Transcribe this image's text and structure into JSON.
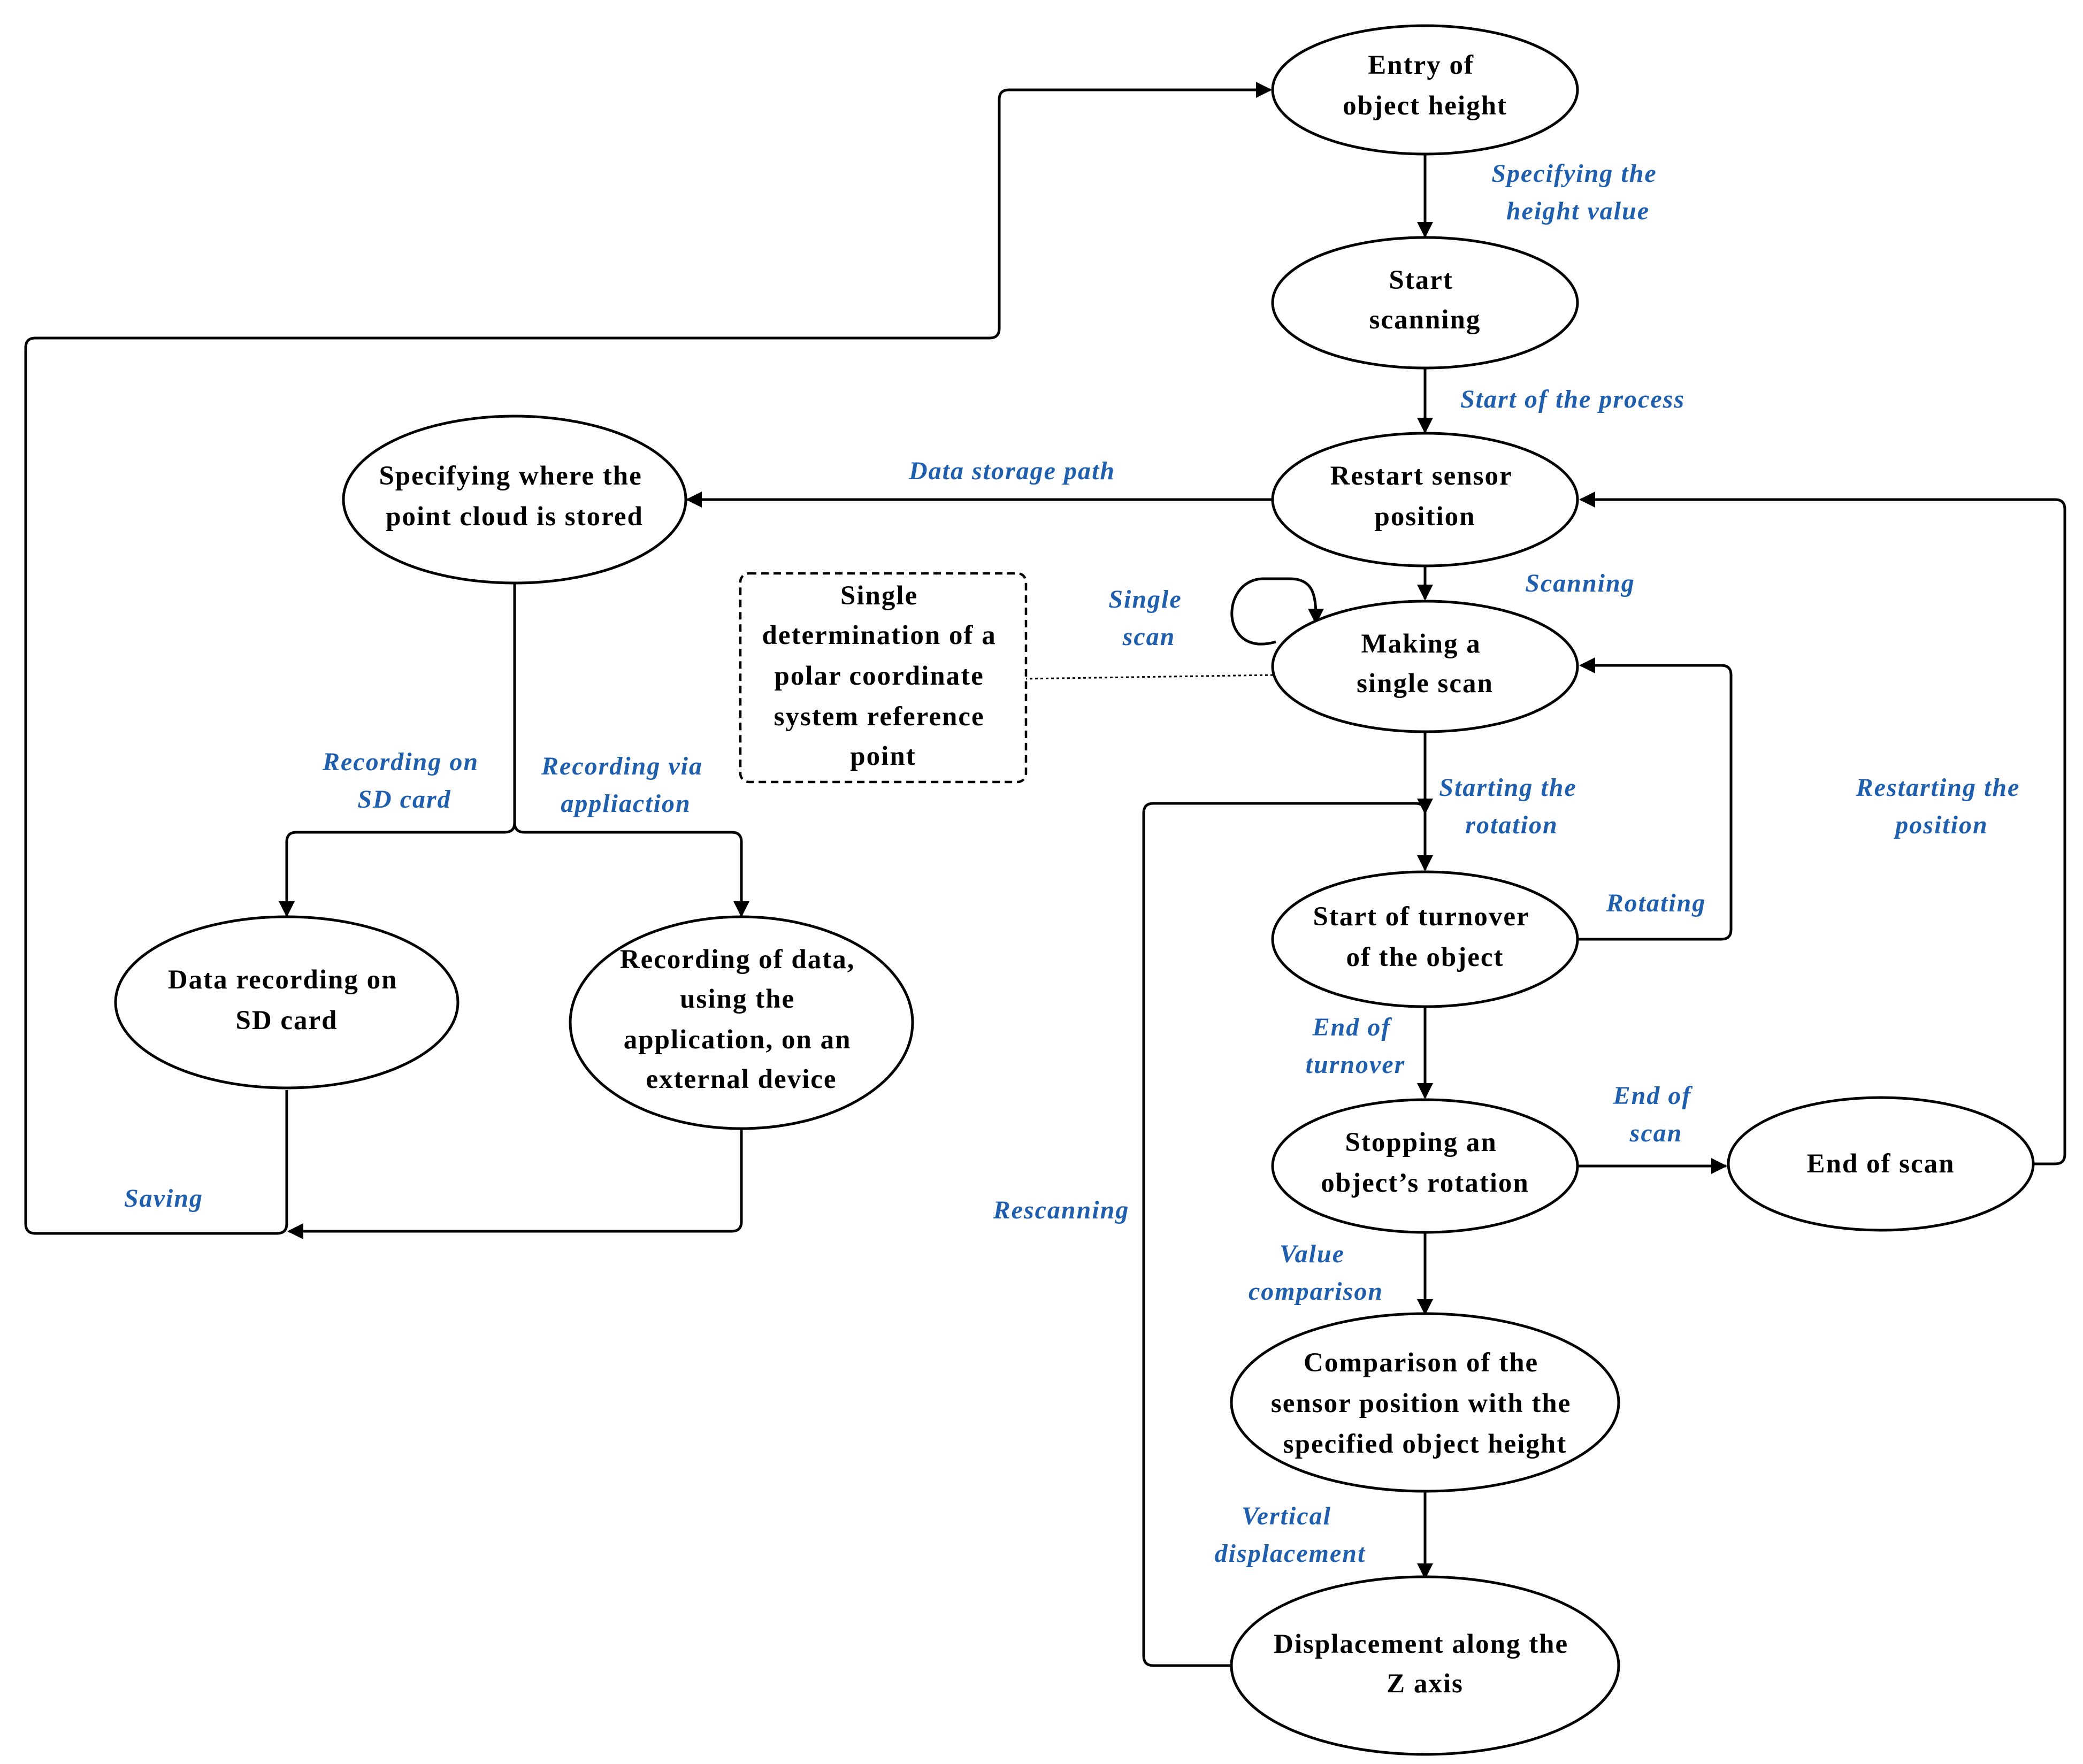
{
  "colors": {
    "node_border": "#000000",
    "node_text": "#000000",
    "edge_label": "#1F5FAD",
    "background": "#ffffff"
  },
  "nodes": [
    {
      "id": "entry",
      "lines": [
        "Entry of",
        "object height"
      ]
    },
    {
      "id": "start",
      "lines": [
        "Start",
        "scanning"
      ]
    },
    {
      "id": "restart",
      "lines": [
        "Restart sensor",
        "position"
      ]
    },
    {
      "id": "specify",
      "lines": [
        "Specifying where the",
        "point cloud is stored"
      ]
    },
    {
      "id": "making",
      "lines": [
        "Making a",
        "single scan"
      ]
    },
    {
      "id": "note",
      "lines": [
        "Single",
        "determination of a",
        "polar coordinate",
        "system reference",
        "point"
      ]
    },
    {
      "id": "sdcard",
      "lines": [
        "Data recording on",
        "SD card"
      ]
    },
    {
      "id": "recapp",
      "lines": [
        "Recording of data,",
        "using the",
        "application, on an",
        "external device"
      ]
    },
    {
      "id": "turnover",
      "lines": [
        "Start of turnover",
        "of the object"
      ]
    },
    {
      "id": "stopping",
      "lines": [
        "Stopping an",
        "object’s rotation"
      ]
    },
    {
      "id": "endscan",
      "lines": [
        "End of scan"
      ]
    },
    {
      "id": "comparison",
      "lines": [
        "Comparison of the",
        "sensor position with the",
        "specified object height"
      ]
    },
    {
      "id": "displacement",
      "lines": [
        "Displacement along the",
        "Z axis"
      ]
    }
  ],
  "edge_labels": [
    {
      "id": "specifying-height",
      "lines": [
        "Specifying the",
        "height value"
      ]
    },
    {
      "id": "start-process",
      "lines": [
        "Start of the process"
      ]
    },
    {
      "id": "data-storage",
      "lines": [
        "Data storage path"
      ]
    },
    {
      "id": "scanning",
      "lines": [
        "Scanning"
      ]
    },
    {
      "id": "single-scan",
      "lines": [
        "Single",
        "scan"
      ]
    },
    {
      "id": "recording-sd",
      "lines": [
        "Recording on",
        "SD card"
      ]
    },
    {
      "id": "recording-app",
      "lines": [
        "Recording via",
        "appliaction"
      ]
    },
    {
      "id": "starting-rotation",
      "lines": [
        "Starting the",
        "rotation"
      ]
    },
    {
      "id": "restarting-position",
      "lines": [
        "Restarting the",
        "position"
      ]
    },
    {
      "id": "rotating",
      "lines": [
        "Rotating"
      ]
    },
    {
      "id": "end-turnover",
      "lines": [
        "End of",
        "turnover"
      ]
    },
    {
      "id": "end-scan-label",
      "lines": [
        "End of",
        "scan"
      ]
    },
    {
      "id": "saving",
      "lines": [
        "Saving"
      ]
    },
    {
      "id": "rescanning",
      "lines": [
        "Rescanning"
      ]
    },
    {
      "id": "value-comparison",
      "lines": [
        "Value",
        "comparison"
      ]
    },
    {
      "id": "vertical-displacement",
      "lines": [
        "Vertical",
        "displacement"
      ]
    }
  ]
}
